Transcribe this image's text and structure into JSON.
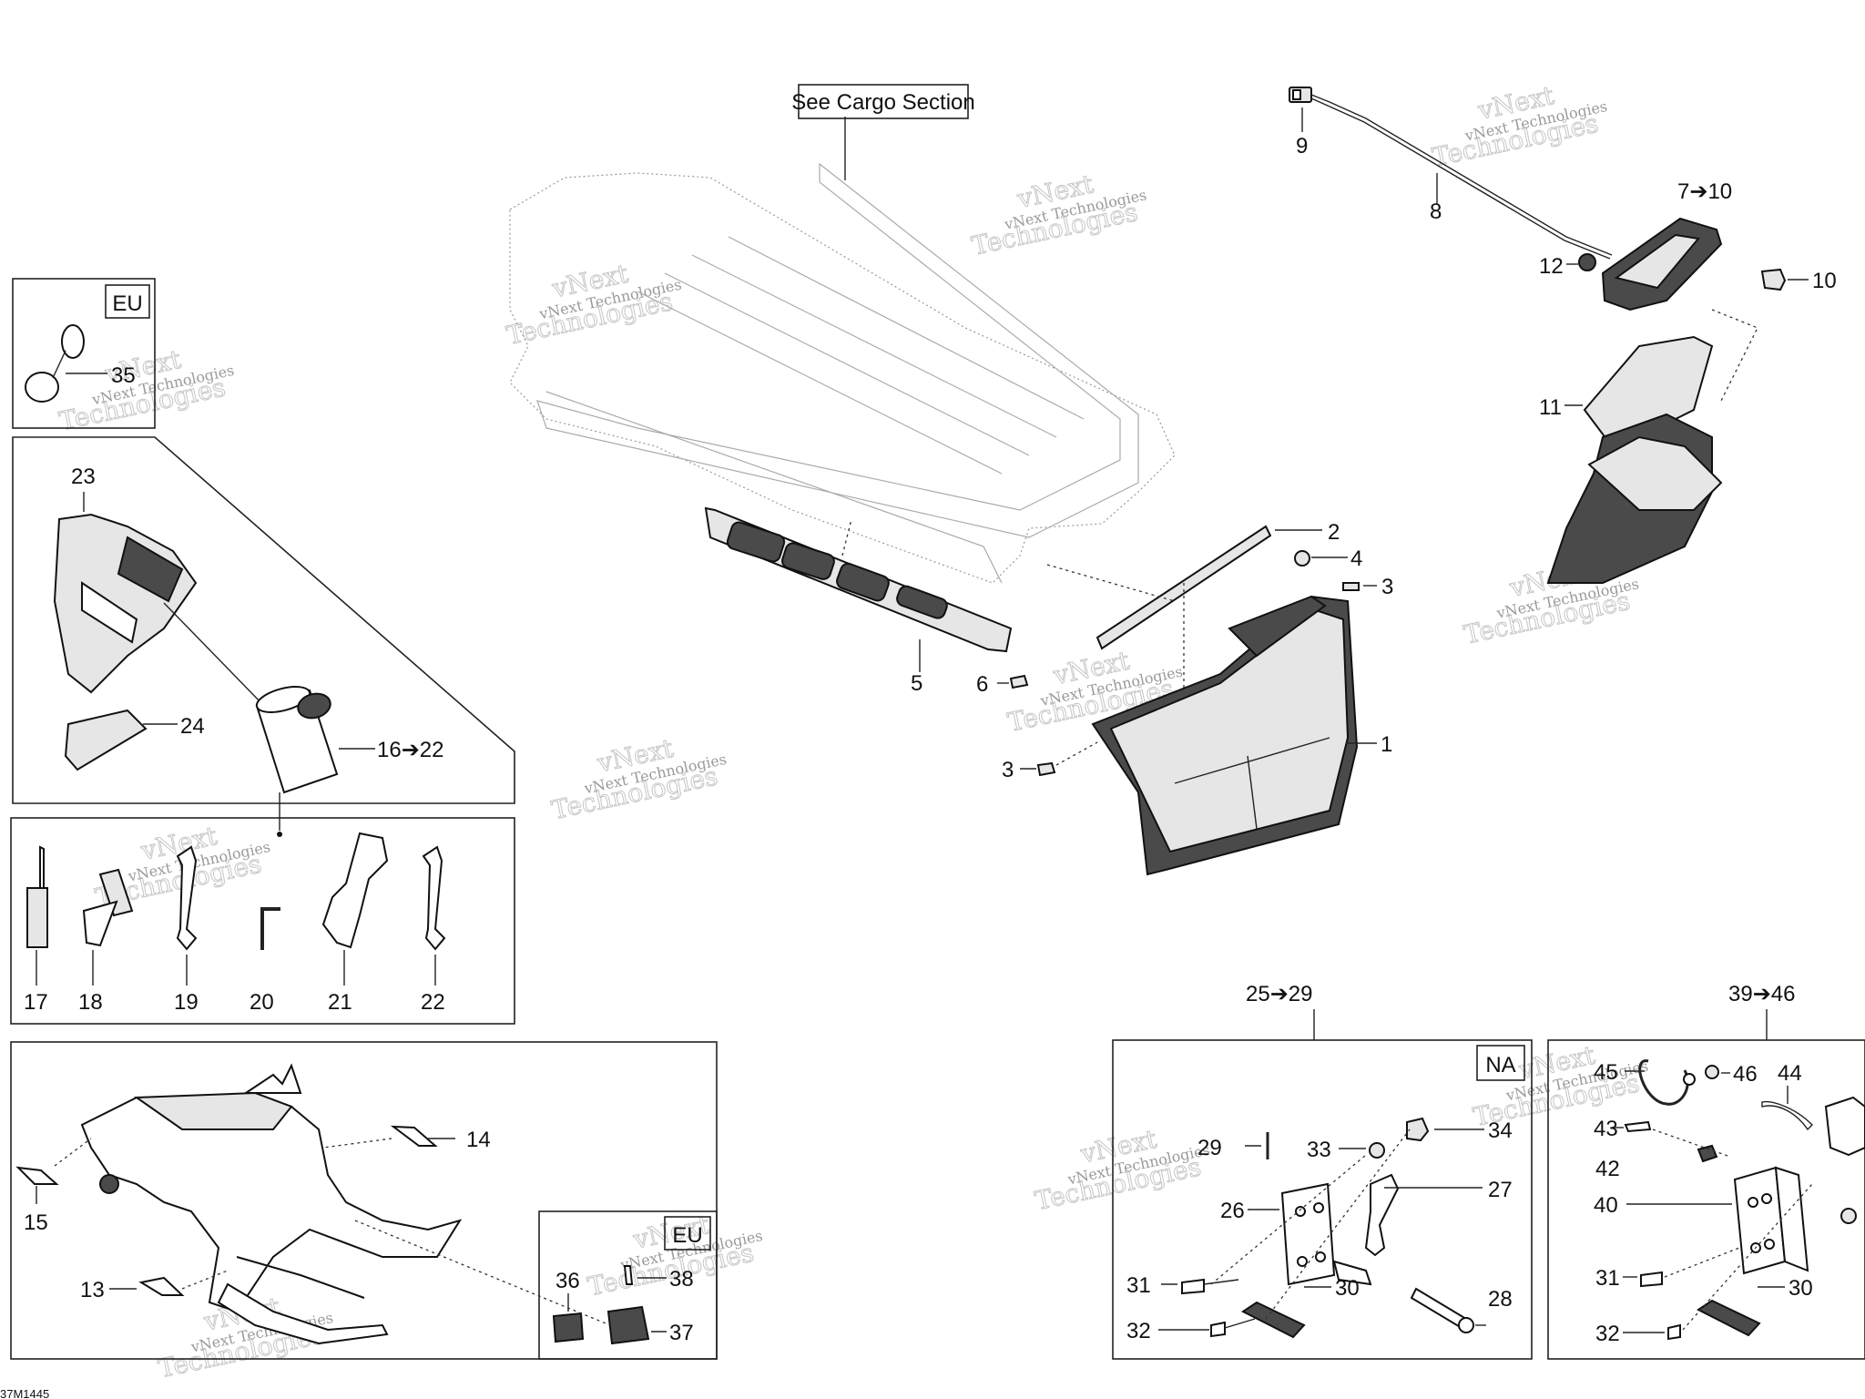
{
  "diagram": {
    "drawing_number": "37M1445",
    "cargo_callout": "See Cargo Section",
    "watermark": {
      "line1": "vNext Technologies",
      "line2": "vNext",
      "line3": "Technologies"
    },
    "region_tags": {
      "eu": "EU",
      "na": "NA"
    },
    "labels": {
      "l1": "1",
      "l2": "2",
      "l3a": "3",
      "l3b": "3",
      "l4": "4",
      "l5": "5",
      "l6": "6",
      "l7_10": "7➔10",
      "l8": "8",
      "l9": "9",
      "l10": "10",
      "l11": "11",
      "l12": "12",
      "l13": "13",
      "l14": "14",
      "l15": "15",
      "l16_22": "16➔22",
      "l17": "17",
      "l18": "18",
      "l19": "19",
      "l20": "20",
      "l21": "21",
      "l22": "22",
      "l23": "23",
      "l24": "24",
      "l25_29": "25➔29",
      "l26": "26",
      "l27": "27",
      "l28": "28",
      "l29": "29",
      "l30a": "30",
      "l30b": "30",
      "l31a": "31",
      "l31b": "31",
      "l32a": "32",
      "l32b": "32",
      "l33": "33",
      "l34": "34",
      "l35": "35",
      "l36": "36",
      "l37": "37",
      "l38": "38",
      "l39_46": "39➔46",
      "l40": "40",
      "l42": "42",
      "l43": "43",
      "l44": "44",
      "l45": "45",
      "l46": "46"
    }
  }
}
